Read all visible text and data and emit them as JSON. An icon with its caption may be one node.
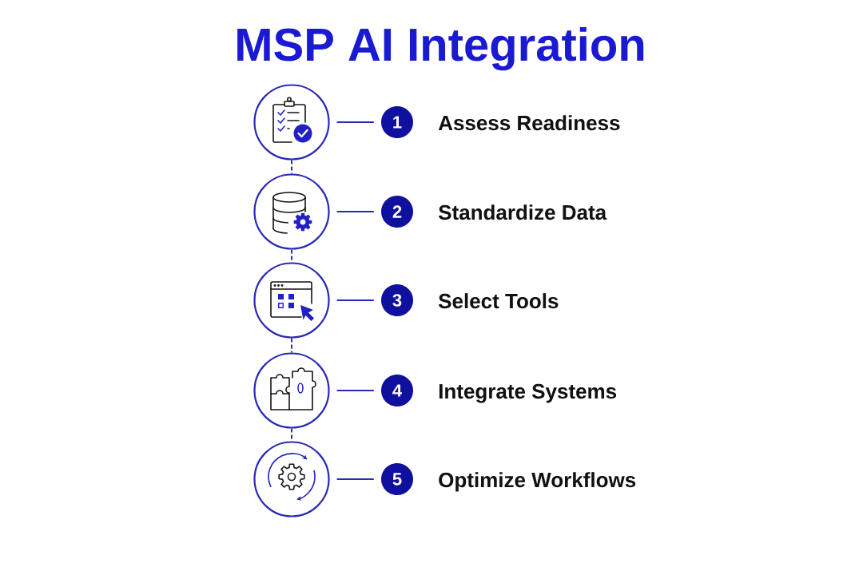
{
  "diagram": {
    "title": "MSP AI Integration",
    "nodes": [
      {
        "text": [],
        "shape": "circle"
      },
      {
        "text": [
          "1"
        ],
        "beside": [
          "Assess Readiness"
        ]
      },
      {
        "text": [],
        "shape": "circle"
      },
      {
        "text": [
          "2"
        ],
        "beside": [
          "Standardize Data"
        ]
      },
      {
        "text": [],
        "shape": "circle"
      },
      {
        "text": [
          "3"
        ],
        "beside": [
          "Select Tools"
        ]
      },
      {
        "text": [],
        "shape": "circle"
      },
      {
        "text": [
          "4"
        ],
        "beside": [
          "Integrate Systems"
        ]
      },
      {
        "text": [],
        "shape": "circle"
      },
      {
        "text": [
          "5"
        ],
        "beside": [
          "Optimize Workflows"
        ]
      }
    ],
    "edges": [
      {
        "from": 0,
        "to": 1,
        "arrow": "none"
      },
      {
        "from": 0,
        "to": 2,
        "arrow": "none",
        "style": "dashed"
      },
      {
        "from": 2,
        "to": 3,
        "arrow": "none"
      },
      {
        "from": 2,
        "to": 4,
        "arrow": "none",
        "style": "dashed"
      },
      {
        "from": 4,
        "to": 5,
        "arrow": "none"
      },
      {
        "from": 4,
        "to": 6,
        "arrow": "none",
        "style": "dashed"
      },
      {
        "from": 6,
        "to": 7,
        "arrow": "none"
      },
      {
        "from": 6,
        "to": 8,
        "arrow": "none",
        "style": "dashed"
      },
      {
        "from": 8,
        "to": 9,
        "arrow": "none"
      }
    ]
  }
}
